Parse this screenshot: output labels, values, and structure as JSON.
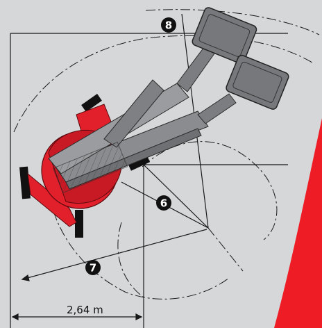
{
  "callouts": {
    "turning_radius": "6",
    "outer_swing": "7",
    "basket_reach": "8"
  },
  "dimension": {
    "width_label": "2,64 m"
  },
  "colors": {
    "background": "#d6d7d9",
    "machine_red": "#e2202b",
    "boom_grey": "#8a8c8f",
    "basket_grey": "#76787b",
    "accent_stripe": "#ee1c25",
    "callout_fill": "#111111",
    "line": "#1a1a1a"
  },
  "icons": {
    "callout_marker": "black-circle-number"
  }
}
